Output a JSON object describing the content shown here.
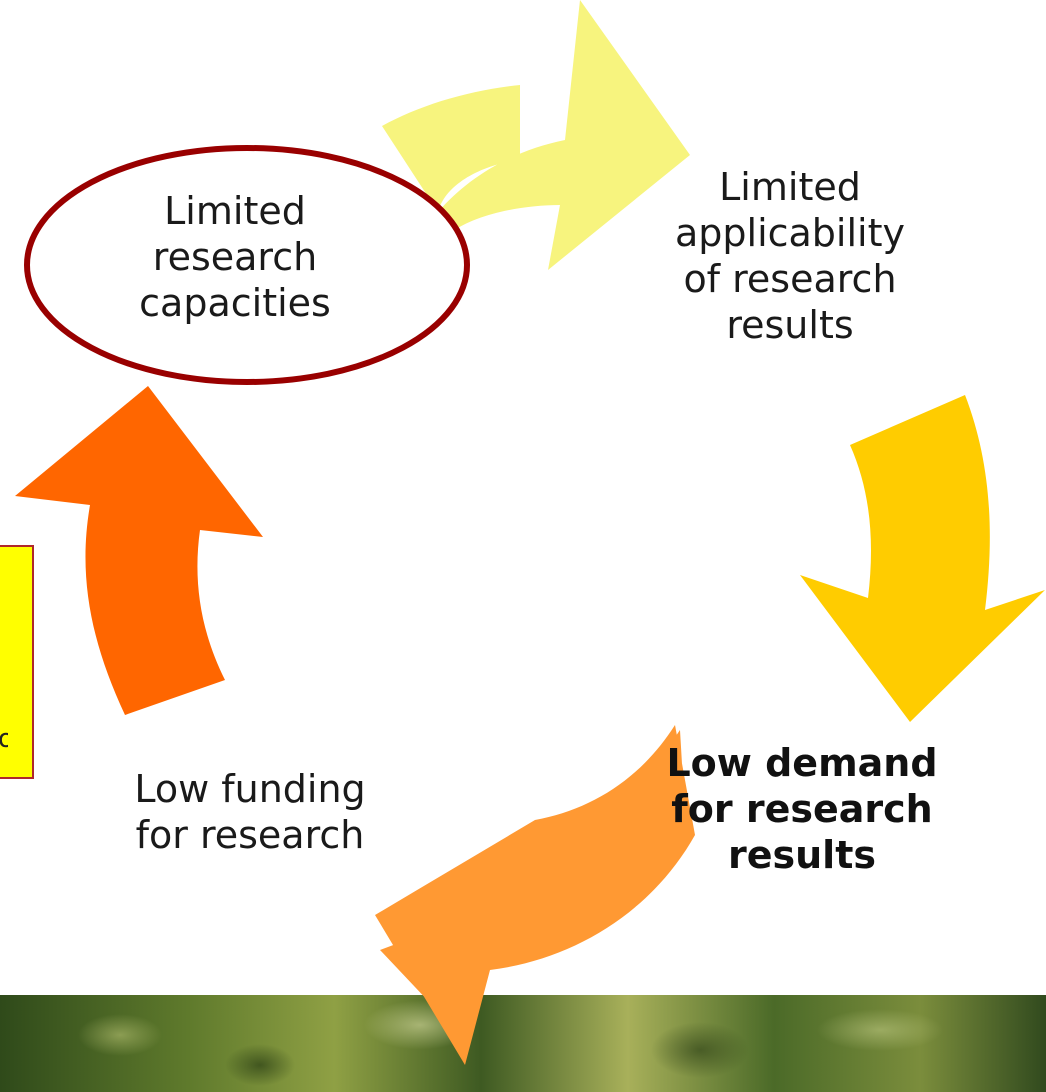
{
  "nodes": {
    "capacities": {
      "text": "Limited\nresearch\ncapacities"
    },
    "applicability": {
      "text": "Limited\napplicability\nof research\nresults"
    },
    "demand": {
      "text": "Low demand\nfor research\nresults"
    },
    "funding": {
      "text": "Low funding\nfor research"
    }
  },
  "colors": {
    "arrow_top": "#f7f47e",
    "arrow_right": "#ffcc00",
    "arrow_bottom": "#ff9933",
    "arrow_left": "#ff6600",
    "ellipse_border": "#990000",
    "side_box_fill": "#ffff00",
    "side_box_border": "#b0282a"
  },
  "side_box": {
    "mark": "o"
  }
}
